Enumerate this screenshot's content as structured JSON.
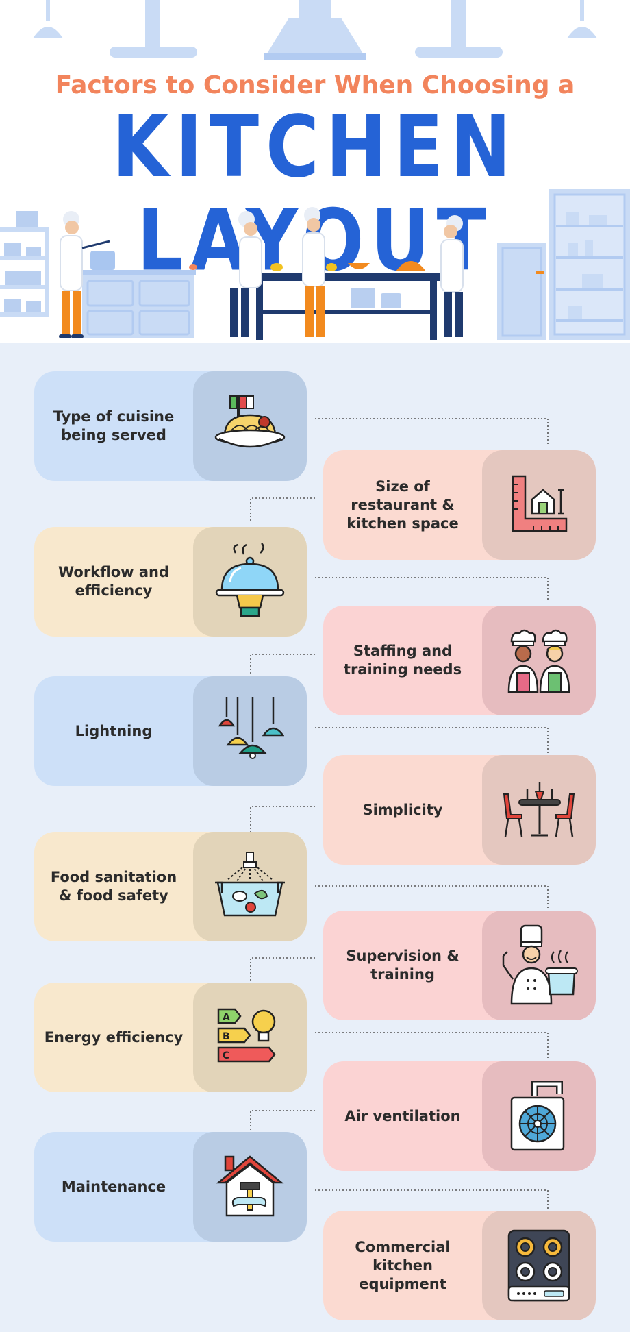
{
  "header": {
    "subtitle": "Factors to Consider When Choosing a",
    "title": "KITCHEN LAYOUT"
  },
  "factors": [
    {
      "label": "Type of cuisine being served",
      "icon": "spaghetti-plate-icon"
    },
    {
      "label": "Size of restaurant & kitchen space",
      "icon": "floor-plan-ruler-icon"
    },
    {
      "label": "Workflow and efficiency",
      "icon": "serving-cloche-icon"
    },
    {
      "label": "Staffing and training needs",
      "icon": "chef-team-icon"
    },
    {
      "label": "Lightning",
      "icon": "pendant-lamps-icon"
    },
    {
      "label": "Simplicity",
      "icon": "dining-table-icon"
    },
    {
      "label": "Food sanitation & food safety",
      "icon": "washing-basin-icon"
    },
    {
      "label": "Supervision & training",
      "icon": "chef-cooking-icon"
    },
    {
      "label": "Energy efficiency",
      "icon": "energy-rating-icon"
    },
    {
      "label": "Air ventilation",
      "icon": "ventilation-fan-icon"
    },
    {
      "label": "Maintenance",
      "icon": "house-tools-icon"
    },
    {
      "label": "Commercial kitchen equipment",
      "icon": "gas-stove-icon"
    }
  ],
  "colors": {
    "subtitle": "#f2845c",
    "title": "#2563d6",
    "background": "#e8eff9"
  }
}
